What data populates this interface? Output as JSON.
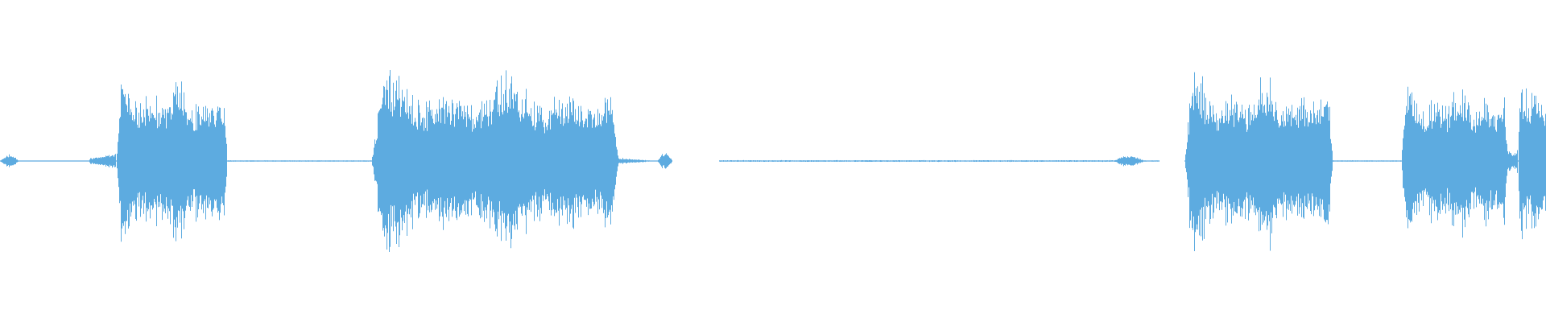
{
  "waveform": {
    "color": "#5dabe0",
    "background": "#ffffff",
    "duration_fraction": 1.0,
    "segments": [
      {
        "start": 0.0,
        "end": 0.012,
        "peak": 0.04,
        "kind": "blip"
      },
      {
        "start": 0.012,
        "end": 0.058,
        "peak": 0.003,
        "kind": "silence"
      },
      {
        "start": 0.058,
        "end": 0.075,
        "peak": 0.05,
        "kind": "onset"
      },
      {
        "start": 0.075,
        "end": 0.147,
        "peak": 0.52,
        "kind": "burst"
      },
      {
        "start": 0.147,
        "end": 0.24,
        "peak": 0.004,
        "kind": "silence"
      },
      {
        "start": 0.24,
        "end": 0.4,
        "peak": 0.52,
        "kind": "burst"
      },
      {
        "start": 0.4,
        "end": 0.425,
        "peak": 0.02,
        "kind": "tail"
      },
      {
        "start": 0.425,
        "end": 0.435,
        "peak": 0.05,
        "kind": "blip"
      },
      {
        "start": 0.465,
        "end": 0.72,
        "peak": 0.005,
        "kind": "silence"
      },
      {
        "start": 0.72,
        "end": 0.74,
        "peak": 0.035,
        "kind": "blip"
      },
      {
        "start": 0.74,
        "end": 0.75,
        "peak": 0.004,
        "kind": "silence"
      },
      {
        "start": 0.766,
        "end": 0.862,
        "peak": 0.52,
        "kind": "burst"
      },
      {
        "start": 0.862,
        "end": 0.906,
        "peak": 0.004,
        "kind": "silence"
      },
      {
        "start": 0.906,
        "end": 0.975,
        "peak": 0.48,
        "kind": "burst"
      },
      {
        "start": 0.975,
        "end": 0.982,
        "peak": 0.07,
        "kind": "dip"
      },
      {
        "start": 0.982,
        "end": 1.0,
        "peak": 0.55,
        "kind": "burst"
      }
    ]
  }
}
